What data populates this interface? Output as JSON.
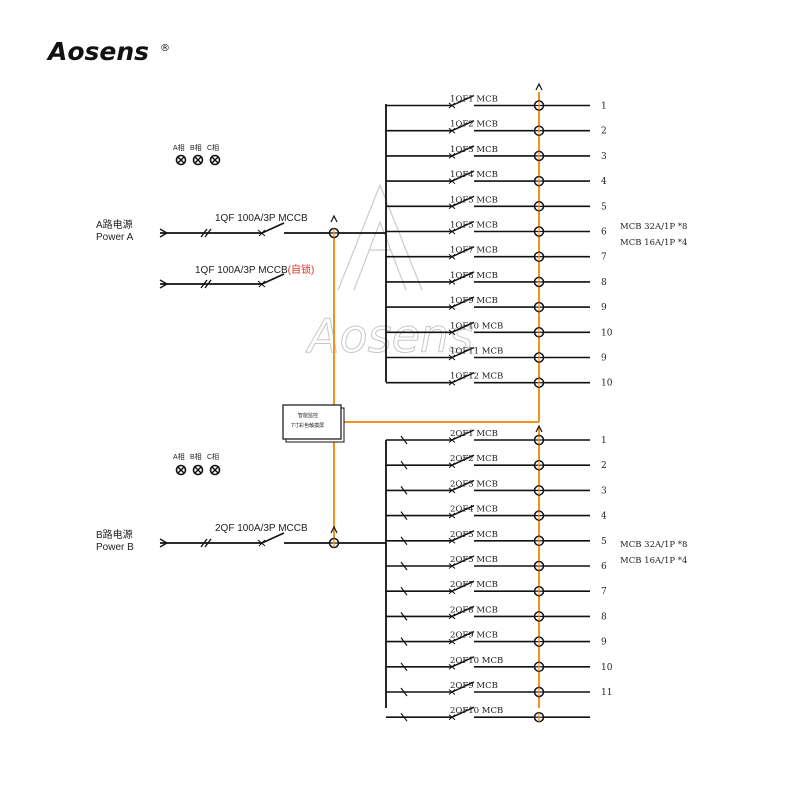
{
  "brand": {
    "name": "Aosens",
    "mark": "®"
  },
  "watermark": "Aosens",
  "phase_labels": {
    "a": "A相",
    "b": "B相",
    "c": "C相"
  },
  "feed_a": {
    "label_cn": "A路电源",
    "label_en": "Power A",
    "breaker": "1QF 100A/3P MCCB"
  },
  "feed_a2": {
    "breaker": "1QF 100A/3P MCCB",
    "note": "(自锁)"
  },
  "feed_b": {
    "label_cn": "B路电源",
    "label_en": "Power B",
    "breaker": "2QF 100A/3P MCCB"
  },
  "monitor": {
    "line1": "智能监控",
    "line2": "7寸彩色触摸屏"
  },
  "colors": {
    "bus": "#f0921e",
    "wire": "#111111",
    "note_red": "#e0301e"
  },
  "group_a": {
    "summary": [
      "MCB 32A/1P *8",
      "MCB 16A/1P *4"
    ],
    "branches": [
      {
        "name": "1QF1  MCB",
        "index": "1"
      },
      {
        "name": "1QF2  MCB",
        "index": "2"
      },
      {
        "name": "1QF3  MCB",
        "index": "3"
      },
      {
        "name": "1QF4  MCB",
        "index": "4"
      },
      {
        "name": "1QF5  MCB",
        "index": "5"
      },
      {
        "name": "1QF5  MCB",
        "index": "6"
      },
      {
        "name": "1QF7  MCB",
        "index": "7"
      },
      {
        "name": "1QF8  MCB",
        "index": "8"
      },
      {
        "name": "1QF9  MCB",
        "index": "9"
      },
      {
        "name": "1QF10  MCB",
        "index": "10"
      },
      {
        "name": "1QF11  MCB",
        "index": "9"
      },
      {
        "name": "1QF12  MCB",
        "index": "10"
      }
    ]
  },
  "group_b": {
    "summary": [
      "MCB 32A/1P *8",
      "MCB 16A/1P *4"
    ],
    "branches": [
      {
        "name": "2QF1  MCB",
        "index": "1"
      },
      {
        "name": "2QF2  MCB",
        "index": "2"
      },
      {
        "name": "2QF3  MCB",
        "index": "3"
      },
      {
        "name": "2QF4  MCB",
        "index": "4"
      },
      {
        "name": "2QF5  MCB",
        "index": "5"
      },
      {
        "name": "2QF5  MCB",
        "index": "6"
      },
      {
        "name": "2QF7  MCB",
        "index": "7"
      },
      {
        "name": "2QF8  MCB",
        "index": "8"
      },
      {
        "name": "2QF9  MCB",
        "index": "9"
      },
      {
        "name": "2QF10  MCB",
        "index": "10"
      },
      {
        "name": "2QF9  MCB",
        "index": "11"
      },
      {
        "name": "2QF10  MCB",
        "index": ""
      }
    ]
  }
}
